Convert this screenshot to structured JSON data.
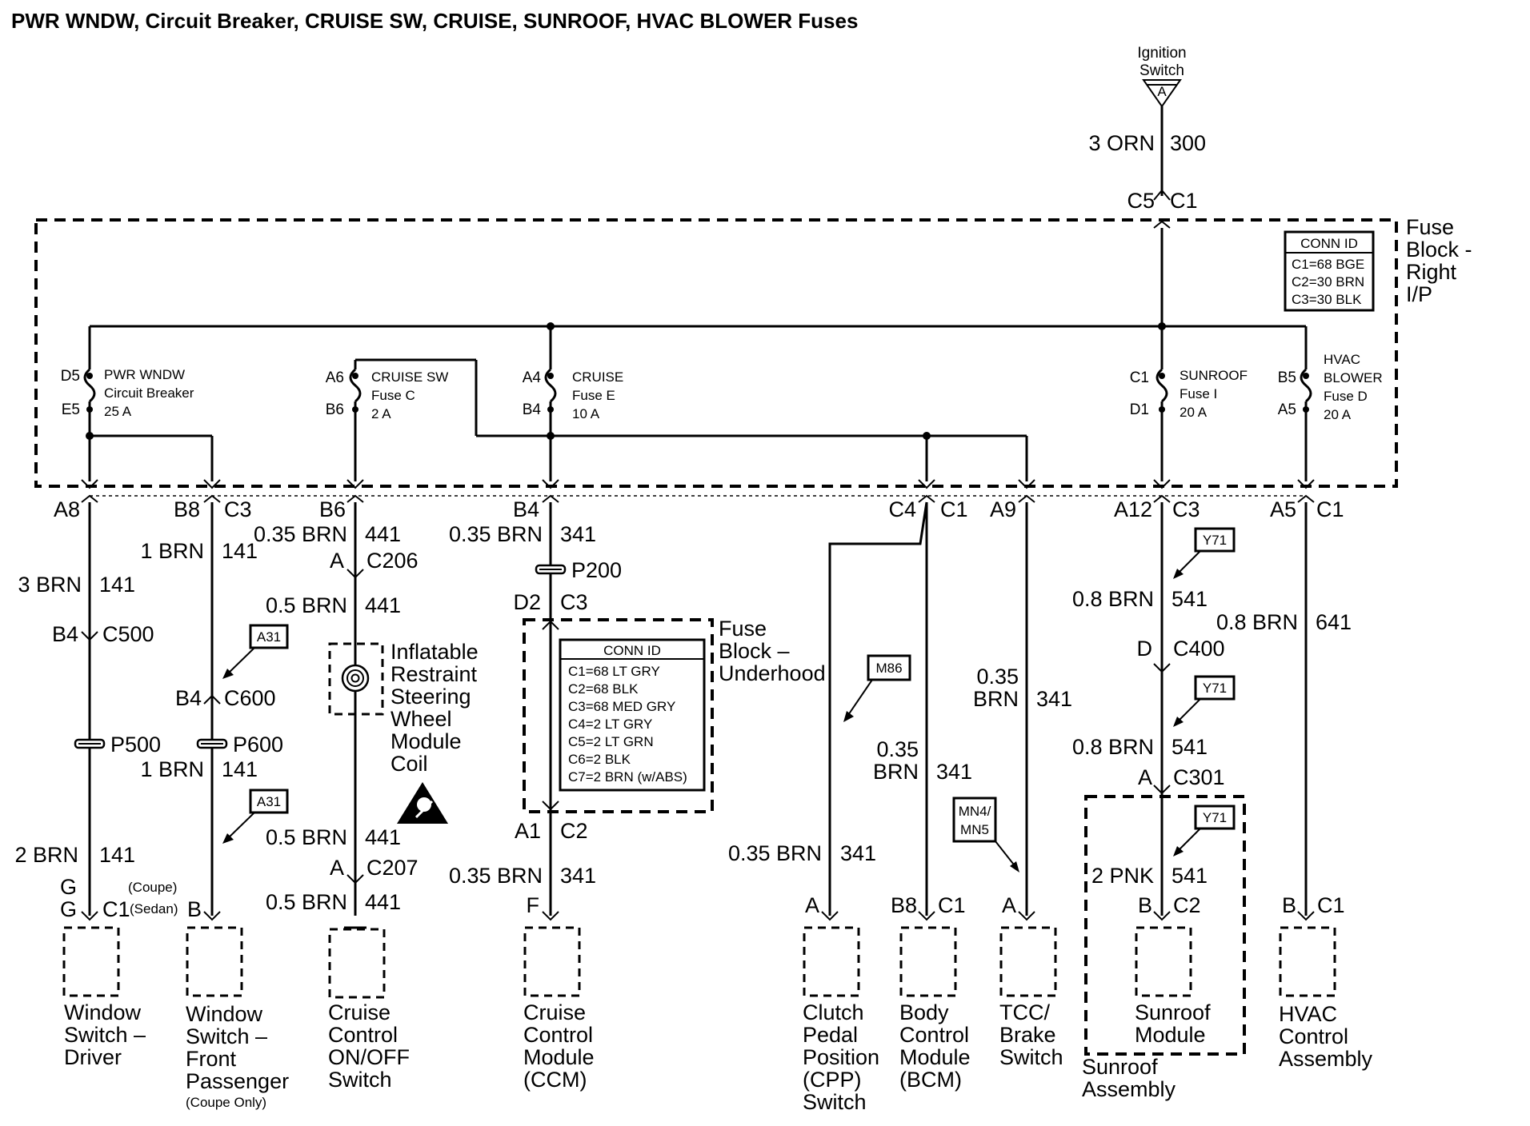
{
  "title": "PWR WNDW, Circuit Breaker, CRUISE SW, CRUISE, SUNROOF, HVAC BLOWER Fuses",
  "ignition": {
    "label1": "Ignition",
    "label2": "Switch",
    "terminal": "A",
    "wire": "3 ORN",
    "circuit": "300",
    "pin": "C5",
    "conn": "C1"
  },
  "fuse_block_rip": {
    "label1": "Fuse",
    "label2": "Block -",
    "label3": "Right",
    "label4": "I/P",
    "conn_id": {
      "header": "CONN ID",
      "rows": [
        "C1=68 BGE",
        "C2=30 BRN",
        "C3=30 BLK"
      ]
    }
  },
  "fuses": {
    "pwr_wndw": {
      "pin_in": "D5",
      "pin_out": "E5",
      "l1": "PWR WNDW",
      "l2": "Circuit Breaker",
      "l3": "25 A"
    },
    "cruise_sw": {
      "pin_in": "A6",
      "pin_out": "B6",
      "l1": "CRUISE SW",
      "l2": "Fuse C",
      "l3": "2 A"
    },
    "cruise": {
      "pin_in": "A4",
      "pin_out": "B4",
      "l1": "CRUISE",
      "l2": "Fuse E",
      "l3": "10 A"
    },
    "sunroof": {
      "pin_in": "C1",
      "pin_out": "D1",
      "l1": "SUNROOF",
      "l2": "Fuse I",
      "l3": "20 A"
    },
    "hvac": {
      "pin_in": "B5",
      "pin_out": "A5",
      "l1": "HVAC",
      "l2": "BLOWER",
      "l3": "Fuse D",
      "l4": "20 A"
    }
  },
  "outputs": {
    "a8": "A8",
    "b8": "B8",
    "c3a": "C3",
    "b6": "B6",
    "b4": "B4",
    "c4": "C4",
    "c1a": "C1",
    "a9": "A9",
    "a12": "A12",
    "c3b": "C3",
    "a5": "A5",
    "c1b": "C1"
  },
  "col1": {
    "wire1": "3 BRN",
    "circ1": "141",
    "pin_c500": "B4",
    "c500": "C500",
    "splice": "P500",
    "wire2": "2 BRN",
    "circ2": "141",
    "g1": "G",
    "g2": "G",
    "coupe": "(Coupe)",
    "sedan": "(Sedan)",
    "c1": "C1",
    "comp1": "Window",
    "comp2": "Switch –",
    "comp3": "Driver"
  },
  "col2": {
    "wire1": "1 BRN",
    "circ1": "141",
    "ref1": "A31",
    "pin_c600": "B4",
    "c600": "C600",
    "splice": "P600",
    "wire2": "1 BRN",
    "circ2": "141",
    "ref2": "A31",
    "pin_b": "B",
    "comp1": "Window",
    "comp2": "Switch –",
    "comp3": "Front",
    "comp4": "Passenger",
    "comp5": "(Coupe Only)"
  },
  "col3": {
    "wire1": "0.35 BRN",
    "circ1": "441",
    "pin_a1": "A",
    "c206": "C206",
    "wire2": "0.5 BRN",
    "circ2": "441",
    "coil1": "Inflatable",
    "coil2": "Restraint",
    "coil3": "Steering",
    "coil4": "Wheel",
    "coil5": "Module",
    "coil6": "Coil",
    "wire3": "0.5 BRN",
    "circ3": "441",
    "pin_a2": "A",
    "c207": "C207",
    "wire4": "0.5 BRN",
    "circ4": "441",
    "comp1": "Cruise",
    "comp2": "Control",
    "comp3": "ON/OFF",
    "comp4": "Switch"
  },
  "col4": {
    "wire1": "0.35 BRN",
    "circ1": "341",
    "splice": "P200",
    "pin_d2": "D2",
    "c3": "C3",
    "fb1": "Fuse",
    "fb2": "Block –",
    "fb3": "Underhood",
    "conn_id": {
      "header": "CONN ID",
      "rows": [
        "C1=68 LT GRY",
        "C2=68 BLK",
        "C3=68 MED GRY",
        "C4=2 LT GRY",
        "C5=2 LT GRN",
        "C6=2 BLK",
        "C7=2 BRN (w/ABS)"
      ]
    },
    "pin_a1": "A1",
    "c2": "C2",
    "wire2": "0.35 BRN",
    "circ2": "341",
    "pin_f": "F",
    "comp1": "Cruise",
    "comp2": "Control",
    "comp3": "Module",
    "comp4": "(CCM)"
  },
  "col5": {
    "ref": "M86",
    "wire": "0.35 BRN",
    "circ": "341",
    "pin_a": "A",
    "comp1": "Clutch",
    "comp2": "Pedal",
    "comp3": "Position",
    "comp4": "(CPP)",
    "comp5": "Switch"
  },
  "col6": {
    "wire1": "0.35",
    "wire2": "BRN",
    "circ": "341",
    "pin_b8": "B8",
    "c1": "C1",
    "comp1": "Body",
    "comp2": "Control",
    "comp3": "Module",
    "comp4": "(BCM)"
  },
  "col7": {
    "wire1": "0.35",
    "wire2": "BRN",
    "circ": "341",
    "ref1": "MN4/",
    "ref2": "MN5",
    "pin_a": "A",
    "comp1": "TCC/",
    "comp2": "Brake",
    "comp3": "Switch"
  },
  "col8": {
    "ref1": "Y71",
    "wire1": "0.8 BRN",
    "circ1": "541",
    "pin_d": "D",
    "c400": "C400",
    "ref2": "Y71",
    "wire2": "0.8 BRN",
    "circ2": "541",
    "pin_a": "A",
    "c301": "C301",
    "ref3": "Y71",
    "wire3": "2 PNK",
    "circ3": "541",
    "pin_b": "B",
    "c2": "C2",
    "comp1": "Sunroof",
    "comp2": "Module",
    "asm1": "Sunroof",
    "asm2": "Assembly"
  },
  "col9": {
    "wire": "0.8 BRN",
    "circ": "641",
    "pin_b": "B",
    "c1": "C1",
    "comp1": "HVAC",
    "comp2": "Control",
    "comp3": "Assembly"
  }
}
